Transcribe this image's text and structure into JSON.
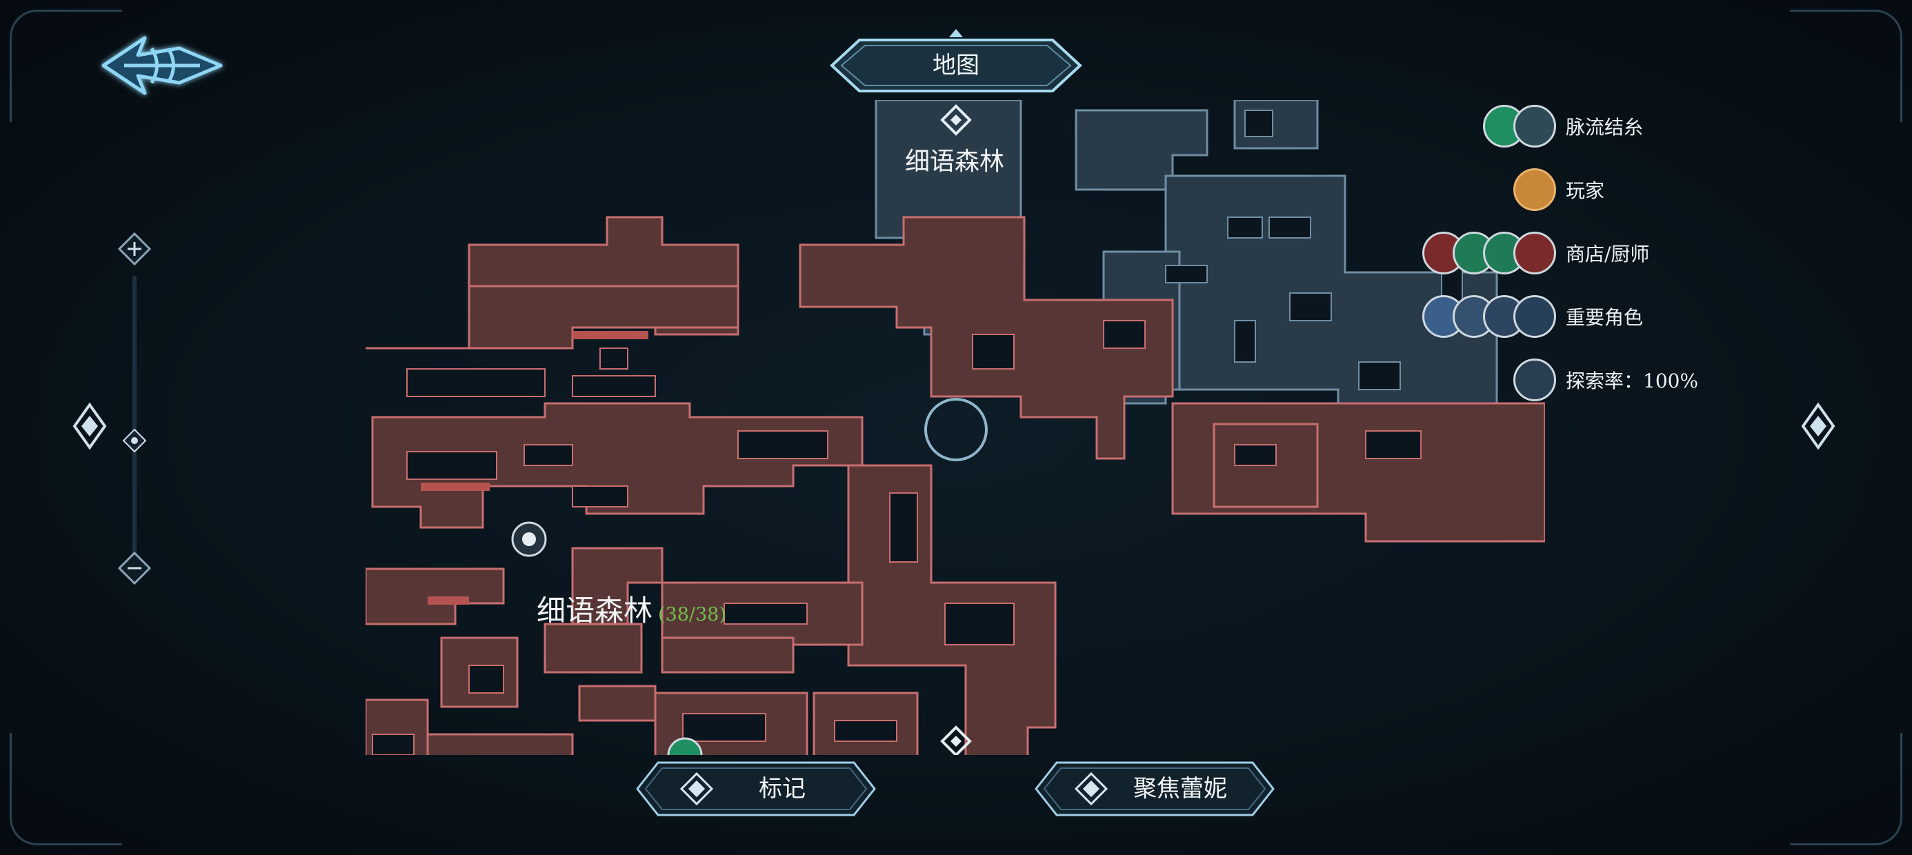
{
  "header": {
    "title": "地图"
  },
  "map": {
    "region_top_label": "细语森林",
    "region_main_label": "细语森林",
    "region_main_count": "(38/38)"
  },
  "legend": [
    {
      "label": "脉流结糸",
      "icons": [
        "vein-node-icon",
        "vein-node-icon"
      ],
      "color": "#1f8f62"
    },
    {
      "label": "玩家",
      "icons": [
        "player-icon"
      ],
      "color": "#c9873a"
    },
    {
      "label": "商店/厨师",
      "icons": [
        "shop-icon",
        "shop-icon",
        "shop-icon",
        "chef-icon"
      ],
      "color": "#7a2a2a"
    },
    {
      "label": "重要角色",
      "icons": [
        "character-icon",
        "character-icon",
        "character-icon",
        "character-icon"
      ],
      "color": "#3a5f8a"
    },
    {
      "label": "探索率：100%",
      "icons": [
        "exploration-compass-icon"
      ],
      "color": "#2a3e52"
    }
  ],
  "buttons": {
    "mark_label": "标记",
    "focus_label": "聚焦蕾妮"
  },
  "colors": {
    "explored_region": "#583636",
    "explored_edge": "#c96e6e",
    "other_region": "#293a48",
    "other_edge": "#6f8ea3",
    "accent": "#6fc6ee"
  }
}
